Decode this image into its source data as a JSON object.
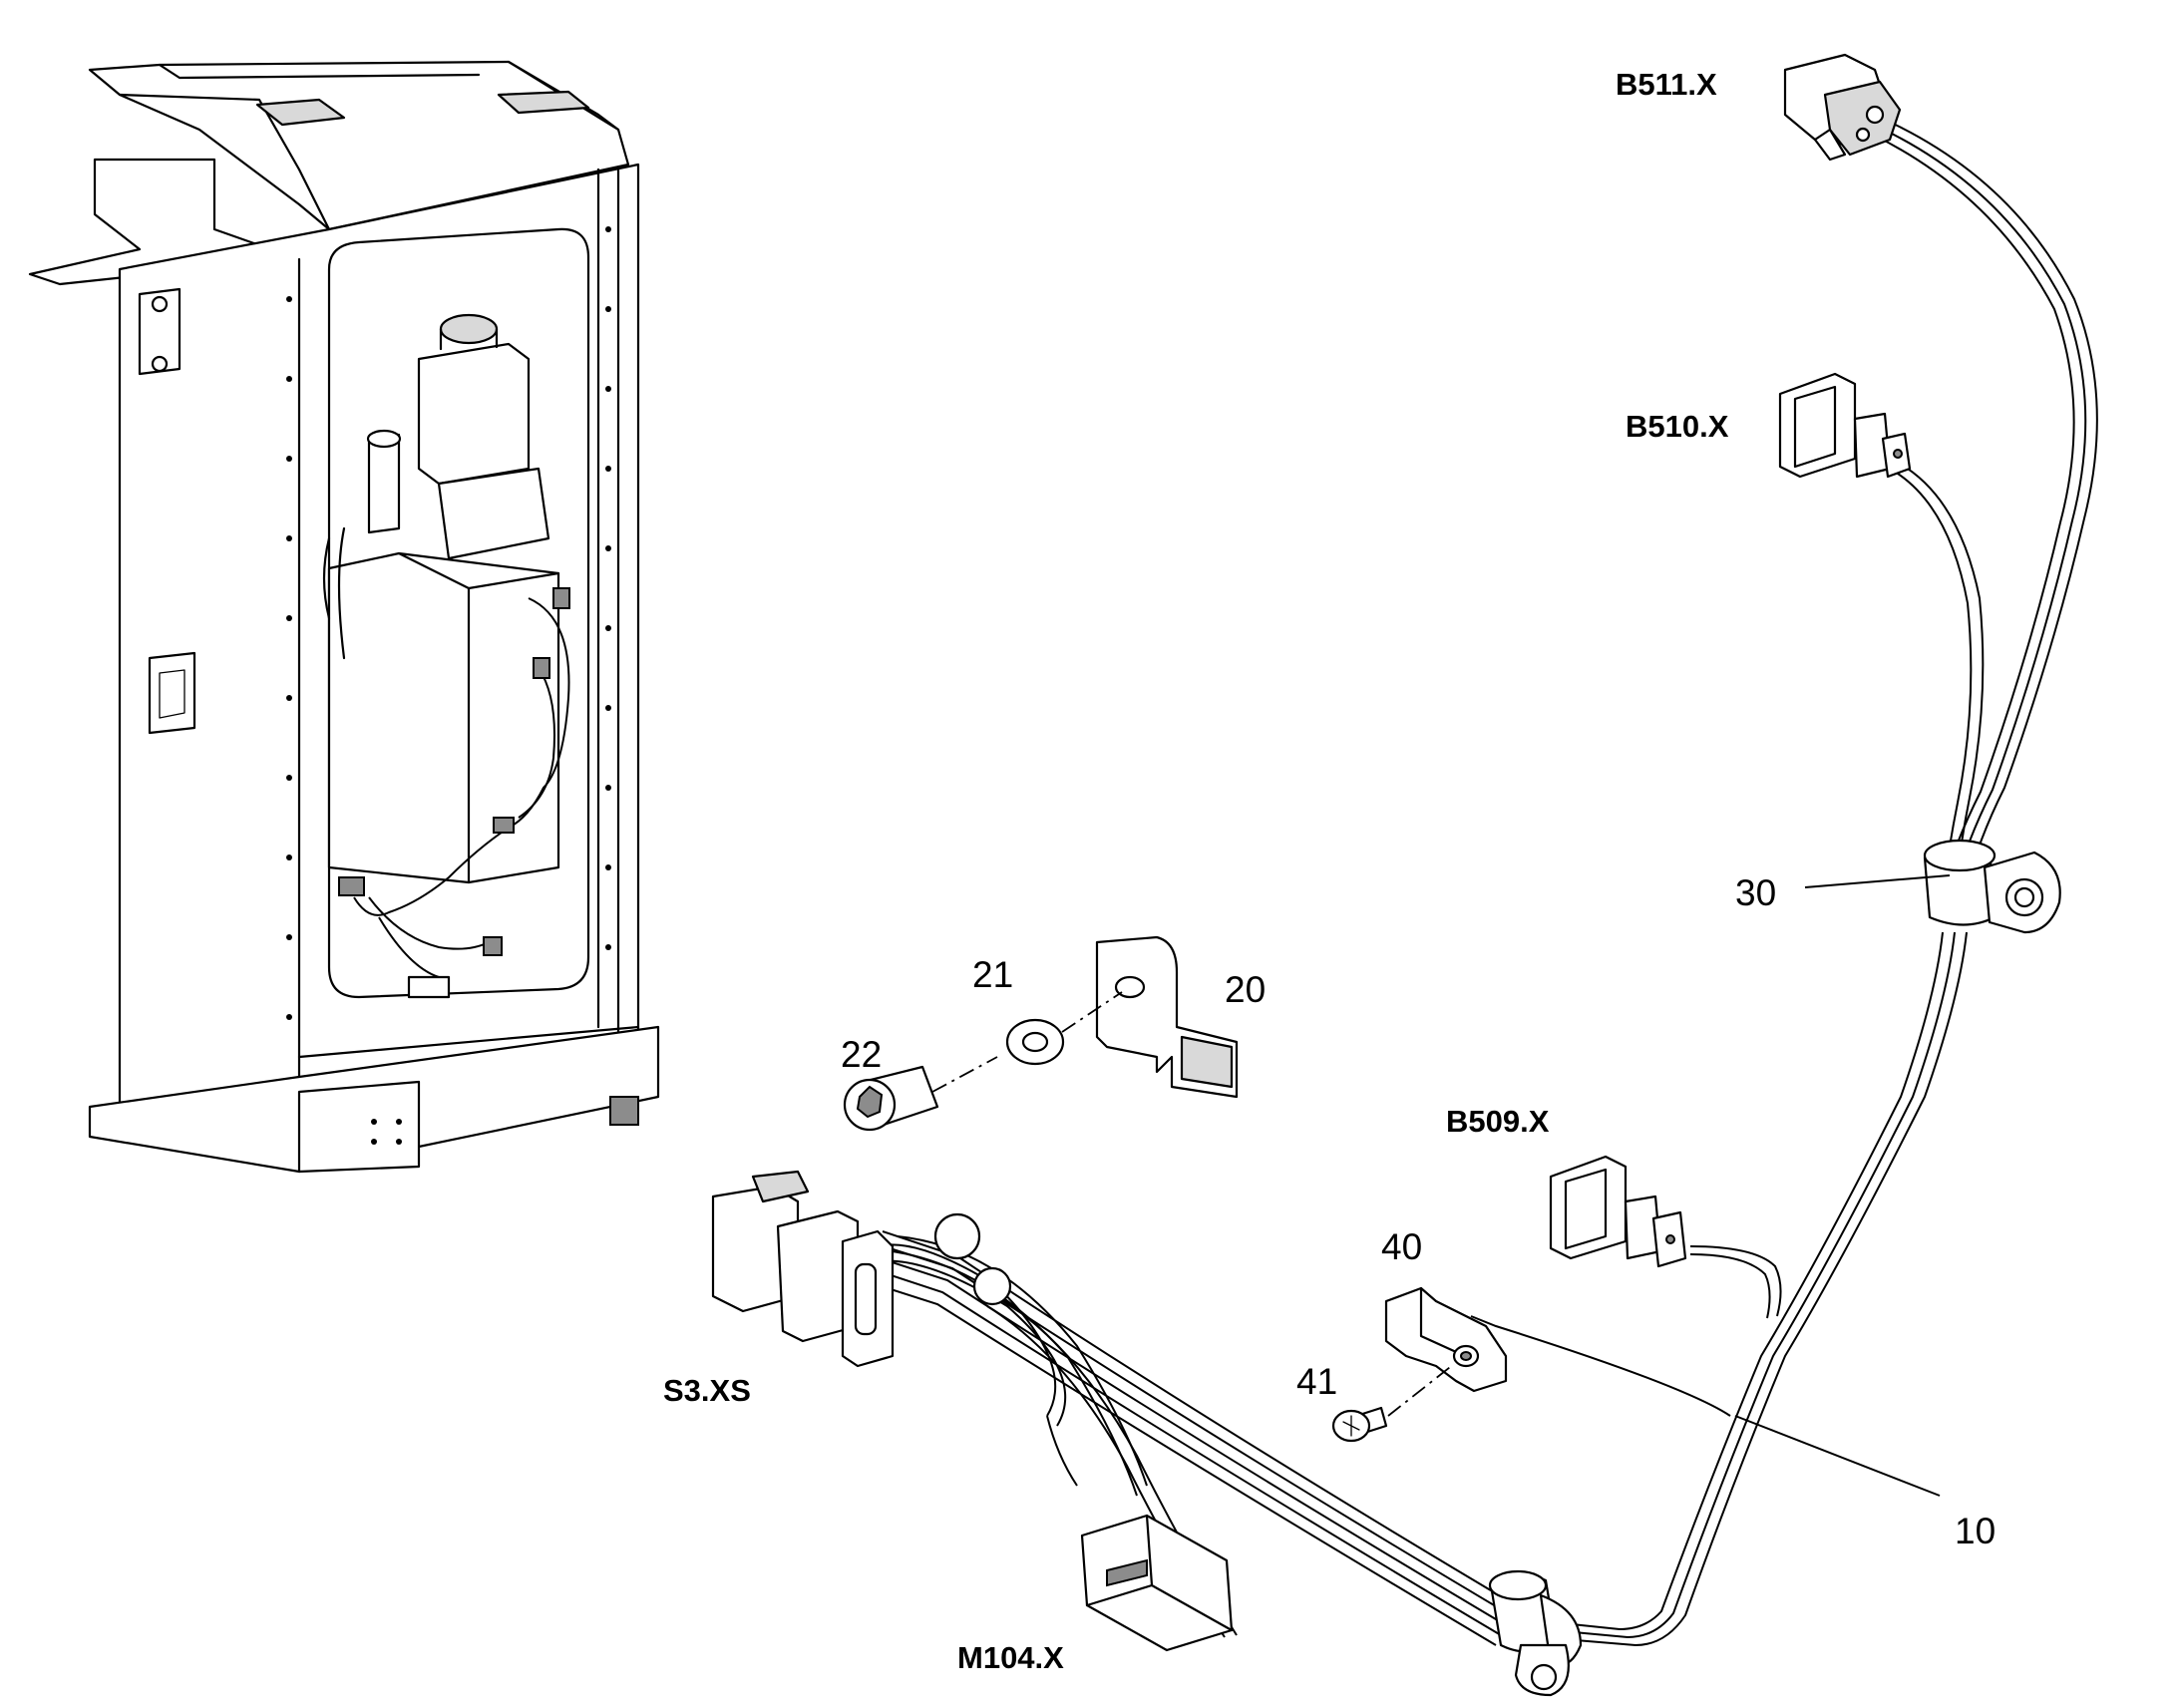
{
  "connector_labels": {
    "b511": "B511.X",
    "b510": "B510.X",
    "b509": "B509.X",
    "s3": "S3.XS",
    "m104": "M104.X"
  },
  "callouts": {
    "p10": "10",
    "p20": "20",
    "p21": "21",
    "p22": "22",
    "p30": "30",
    "p40": "40",
    "p41": "41"
  }
}
